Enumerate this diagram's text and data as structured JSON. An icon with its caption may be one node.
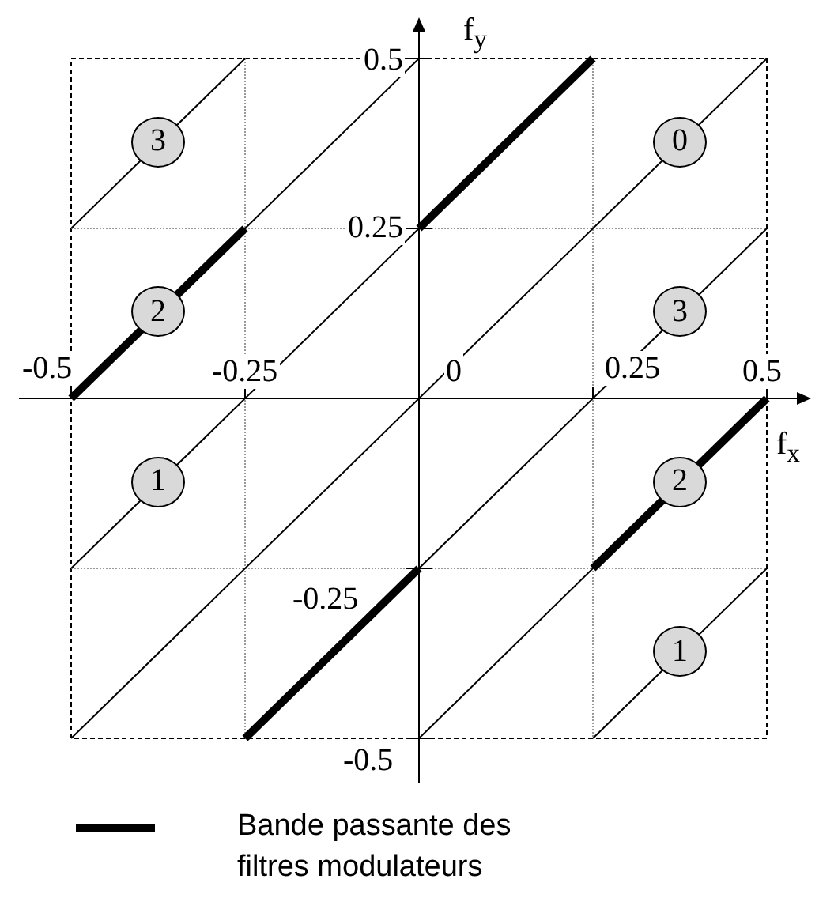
{
  "diagram": {
    "nodes": [
      {
        "text": [
          "3"
        ]
      },
      {
        "text": [
          "0"
        ]
      },
      {
        "text": [
          "2"
        ]
      },
      {
        "text": [
          "3"
        ]
      },
      {
        "text": [
          "1"
        ]
      },
      {
        "text": [
          "2"
        ]
      },
      {
        "text": [
          "1"
        ]
      }
    ],
    "labels": [
      "f$_{y}$",
      "0.5",
      "0.25",
      "-0.5",
      "-0.25",
      "0",
      "0.25",
      "0.5",
      "f$_{x}$",
      "-0.25",
      "-0.5"
    ],
    "legend": [
      {
        "text": "Bande passante des filtres modulateurs"
      }
    ]
  }
}
